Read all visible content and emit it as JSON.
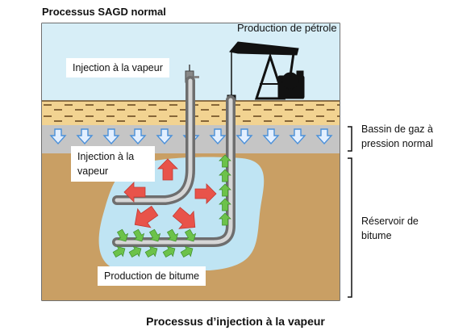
{
  "diagram_title": "Processus SAGD normal",
  "caption": "Processus d’injection à la vapeur",
  "labels": {
    "oil_production": "Production de pétrole",
    "steam_injection_top": "Injection à la vapeur",
    "steam_injection_mid": "Injection à la vapeur",
    "bitumen_production": "Production de bitume",
    "gas_basin": "Bassin de gaz à pression normal",
    "bitumen_reservoir": "Réservoir de bitume"
  },
  "colors": {
    "sky": "#d7eef7",
    "overburden": "#f2d391",
    "gas_layer": "#c5c5c5",
    "reservoir_soil": "#c99f64",
    "steam_chamber": "#bfe4f3",
    "pipe": "#a9a9a9",
    "steam_arrow": "#e8534a",
    "oil_arrow": "#6cc24a",
    "down_arrow": "#4a90d9",
    "pumpjack": "#111111"
  }
}
